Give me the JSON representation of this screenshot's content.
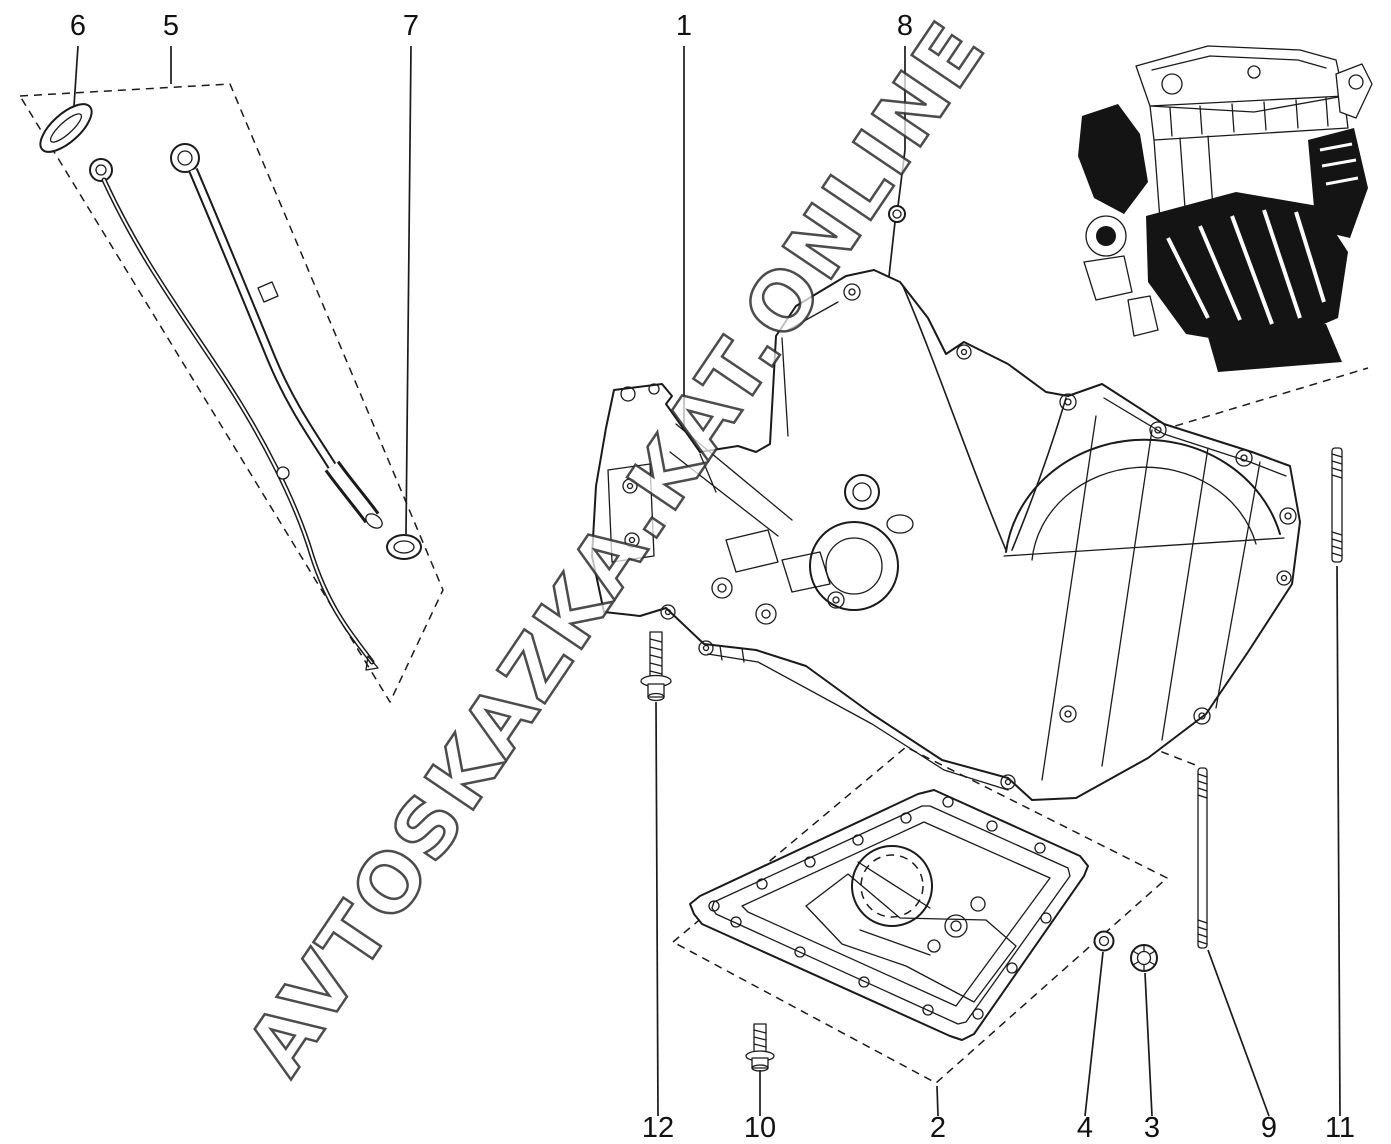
{
  "diagram": {
    "watermark": "AVTOSKAZKA.KAT.ONLINE",
    "background_color": "#ffffff",
    "line_color": "#1a1a1a",
    "callouts": [
      {
        "label": "6"
      },
      {
        "label": "5"
      },
      {
        "label": "7"
      },
      {
        "label": "1"
      },
      {
        "label": "8"
      },
      {
        "label": "12"
      },
      {
        "label": "10"
      },
      {
        "label": "2"
      },
      {
        "label": "4"
      },
      {
        "label": "3"
      },
      {
        "label": "9"
      },
      {
        "label": "11"
      }
    ]
  }
}
